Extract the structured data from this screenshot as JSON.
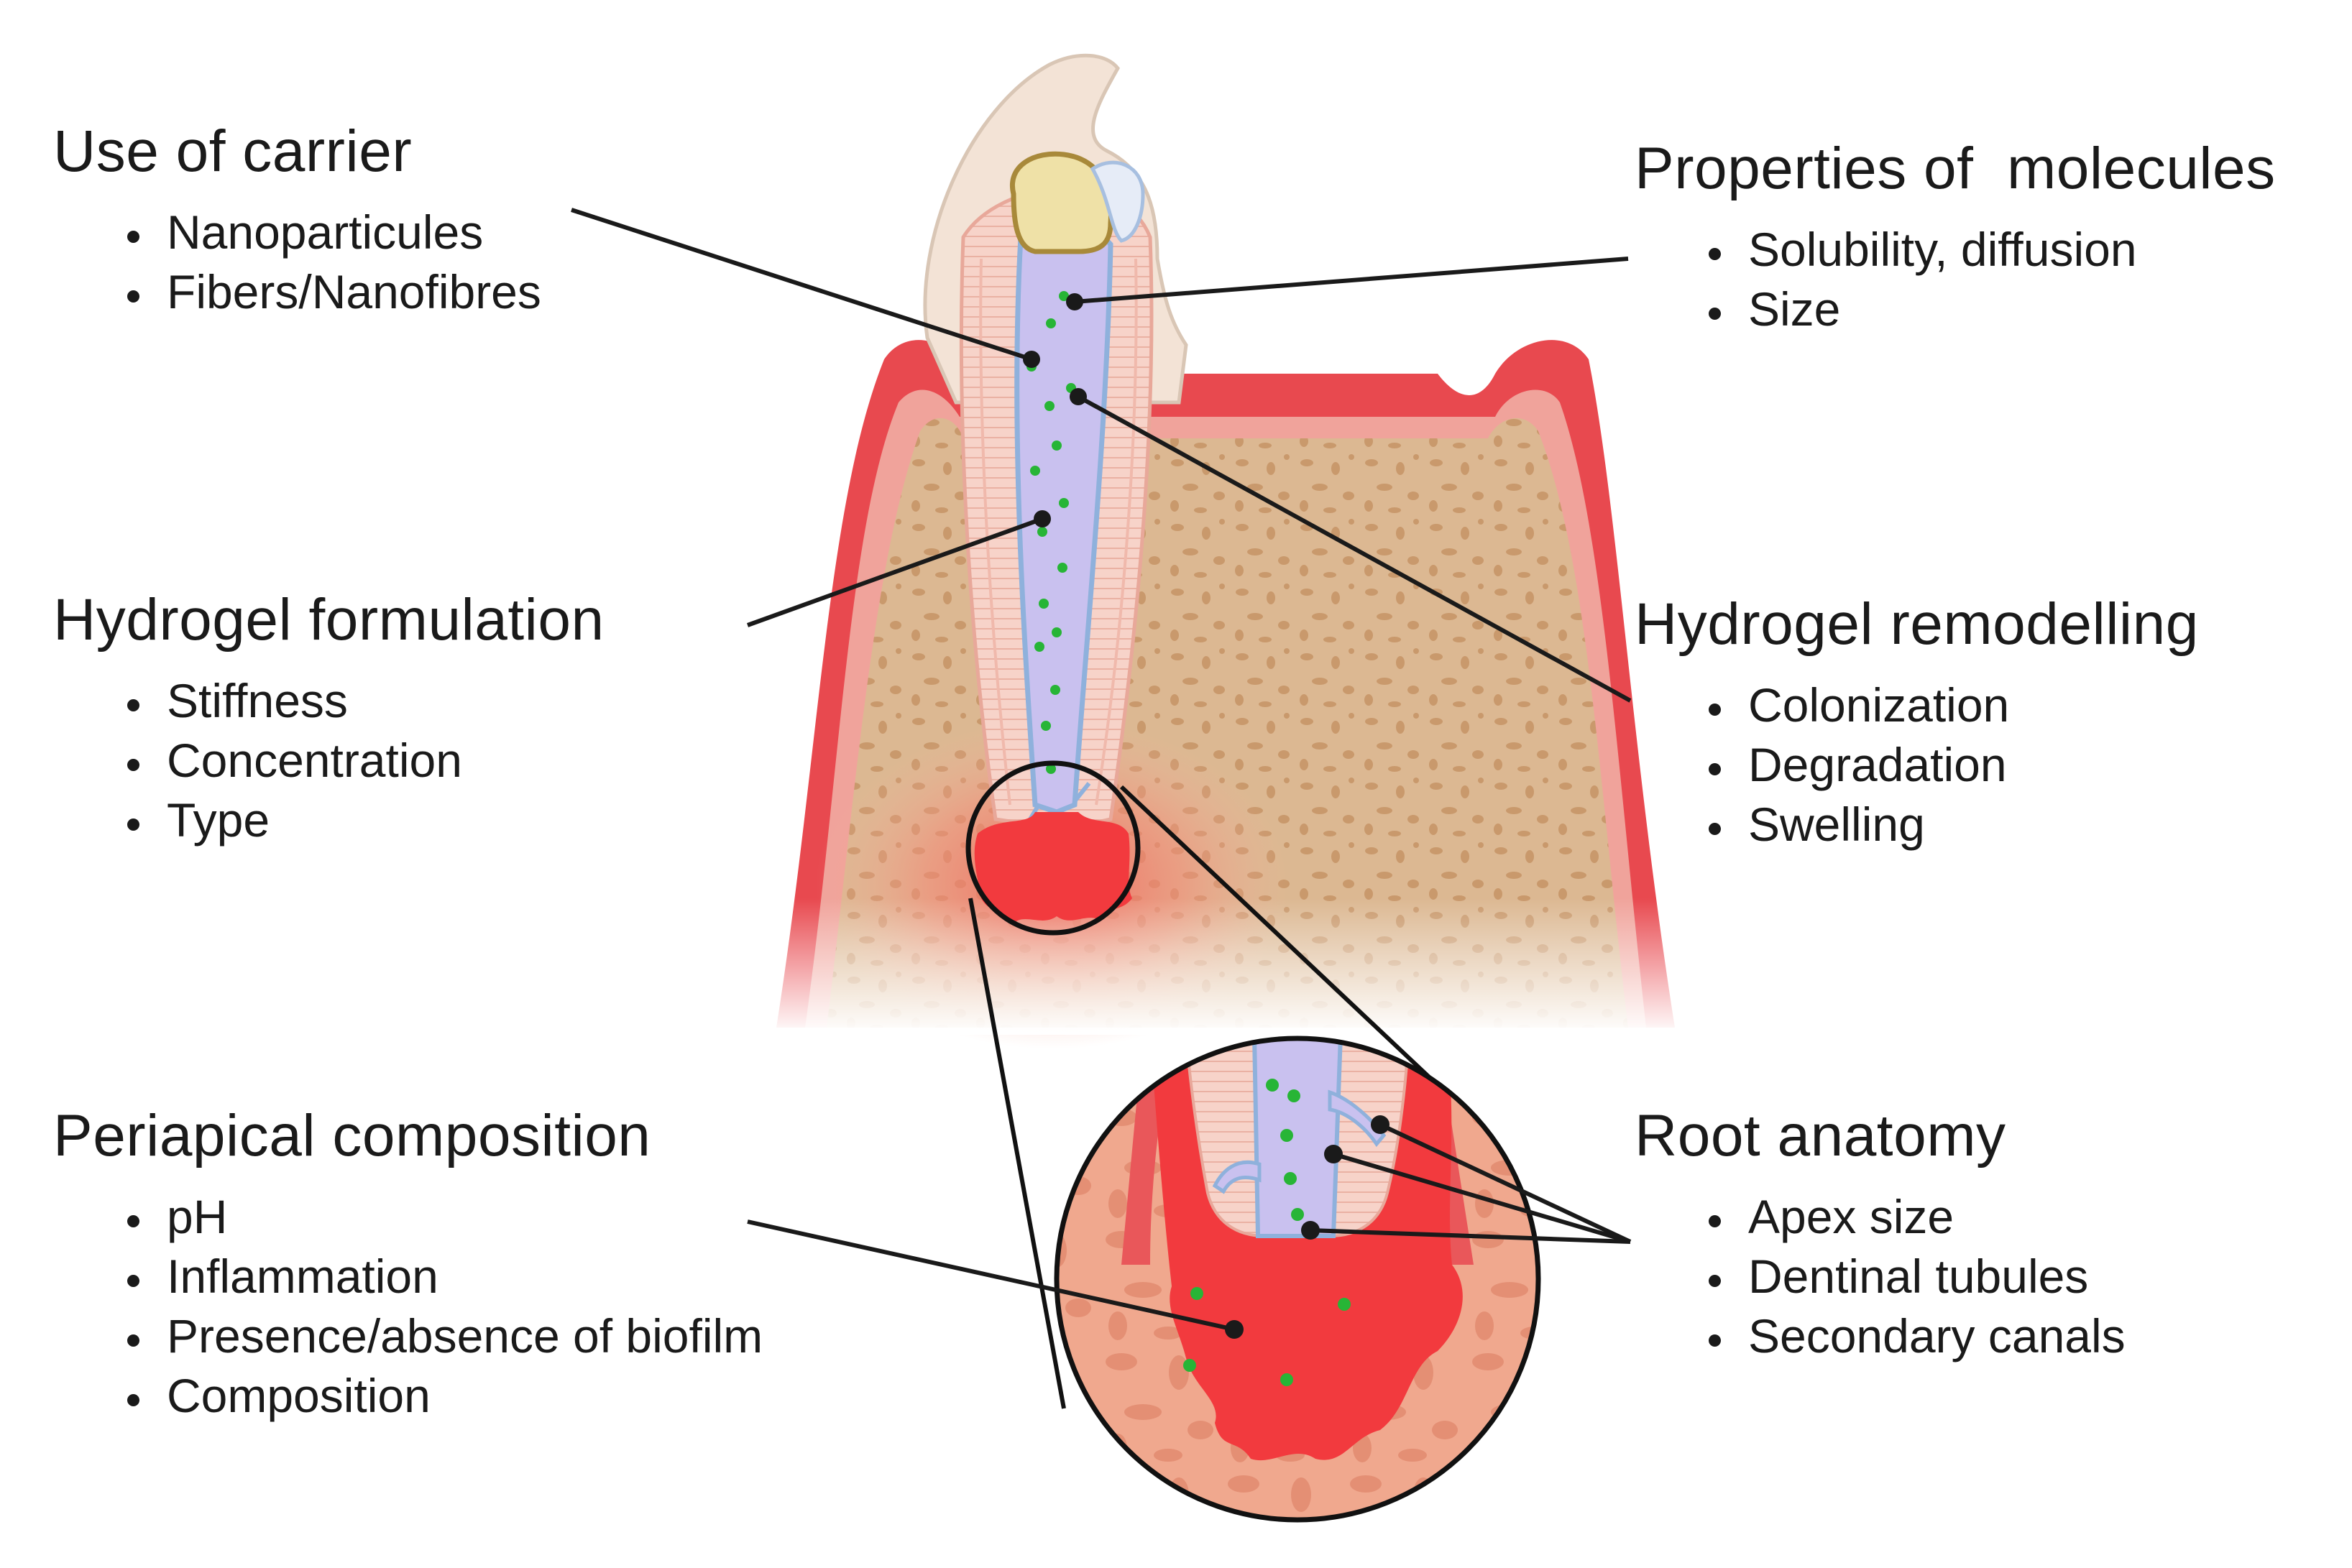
{
  "panels": {
    "carrier": {
      "title": "Use of carrier",
      "items": [
        "Nanoparticules",
        "Fibers/Nanofibres"
      ]
    },
    "molecules": {
      "title": "Properties of  molecules",
      "items": [
        "Solubility, diffusion",
        "Size"
      ]
    },
    "formulation": {
      "title": "Hydrogel formulation",
      "items": [
        "Stiffness",
        "Concentration",
        "Type"
      ]
    },
    "remodelling": {
      "title": "Hydrogel remodelling",
      "items": [
        "Colonization",
        "Degradation",
        "Swelling"
      ]
    },
    "periapical": {
      "title": "Periapical composition",
      "items": [
        "pH",
        "Inflammation",
        "Presence/absence of biofilm",
        "Composition"
      ]
    },
    "root": {
      "title": "Root anatomy",
      "items": [
        "Apex size",
        "Dentinal tubules",
        "Secondary canals"
      ]
    }
  },
  "colors": {
    "gum": "#e8494f",
    "gum_light": "#f2a3a0",
    "bone": "#d9b48c",
    "bone_pore": "#c79a6e",
    "dentin": "#f6cfc5",
    "enamel": "#f3e6da",
    "pulp_hydrogel": "#c7c0ee",
    "pulp_outline": "#8fb1dc",
    "lesion": "#f2373c",
    "molecule": "#27b536",
    "restoration": "#efe2a8",
    "leader_line": "#1a1a1a"
  },
  "icons": [
    "tooth-illustration",
    "magnified-apex-illustration",
    "molecule-dot"
  ]
}
